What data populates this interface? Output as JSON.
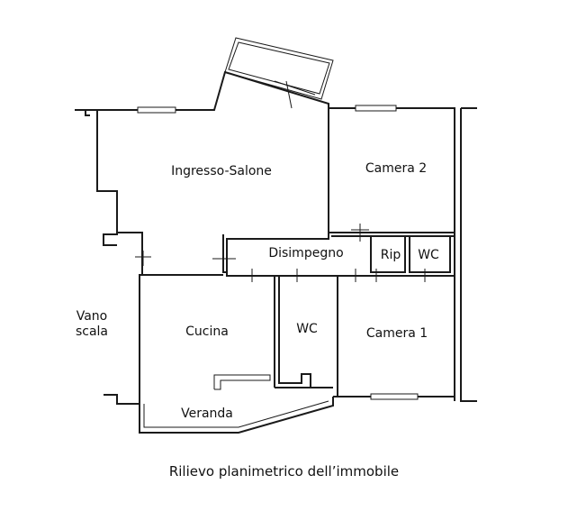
{
  "rooms": {
    "ingresso_salone": "Ingresso-Salone",
    "camera_2": "Camera 2",
    "disimpegno": "Disimpegno",
    "rip": "Rip",
    "wc_upper": "WC",
    "wc_lower": "WC",
    "cucina": "Cucina",
    "camera_1": "Camera 1",
    "veranda": "Veranda"
  },
  "stair": {
    "line1": "Vano",
    "line2": "scala"
  },
  "caption": "Rilievo planimetrico dell’immobile",
  "colors": {
    "wall": "#1a1a1a",
    "background": "#ffffff"
  }
}
